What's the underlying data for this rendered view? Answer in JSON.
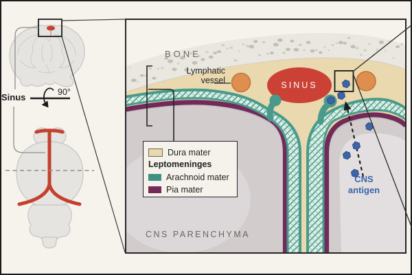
{
  "figure": {
    "left_panel": {
      "sinus_label": "Sinus",
      "rotation_label": "90°"
    },
    "main_panel": {
      "bone_label": "BONE",
      "lymphatic_label_line1": "Lymphatic",
      "lymphatic_label_line2": "vessel",
      "sinus_label": "SINUS",
      "parenchyma_label": "CNS PARENCHYMA",
      "antigen_label_line1": "CNS",
      "antigen_label_line2": "antigen",
      "antigen_dot_positions": [
        [
          504,
          122
        ],
        [
          497,
          139
        ],
        [
          482,
          146
        ],
        [
          538,
          184
        ],
        [
          519,
          212
        ],
        [
          505,
          226
        ],
        [
          517,
          252
        ]
      ],
      "legend": {
        "items": [
          {
            "label": "Dura mater",
            "color": "#ead9ae"
          },
          {
            "label": "Leptomeninges"
          },
          {
            "label": "Arachnoid mater",
            "color": "#3f9183"
          },
          {
            "label": "Pia mater",
            "color": "#722a58"
          }
        ]
      }
    },
    "colors": {
      "background": "#f6f3ec",
      "bone": "#eae7e0",
      "dura": "#ead8ae",
      "sinus_red": "#cb4136",
      "lymphatic_orange": "#de8e4e",
      "arachnoid_teal": "#4a9a8b",
      "pia_purple": "#722a58",
      "parenchyma_gray": "#d2cccd",
      "antigen_blue": "#3c64a6"
    }
  }
}
